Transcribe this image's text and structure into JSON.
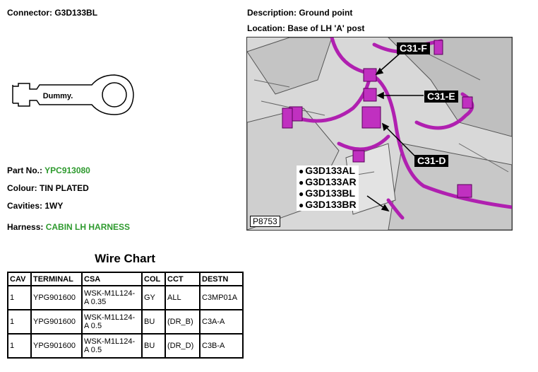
{
  "header": {
    "connector": "Connector: G3D133BL",
    "description": "Description: Ground point",
    "location": "Location: Base of LH 'A' post"
  },
  "terminal": {
    "label": "Dummy."
  },
  "info": {
    "part_no_label": "Part No.:",
    "part_no_value": "YPC913080",
    "colour": "Colour: TIN PLATED",
    "cavities": "Cavities: 1WY",
    "harness_label": "Harness:",
    "harness_value": "CABIN LH HARNESS"
  },
  "photo": {
    "callouts": [
      "C31-F",
      "C31-E",
      "C31-D"
    ],
    "ground_points": [
      "G3D133AL",
      "G3D133AR",
      "G3D133BL",
      "G3D133BR"
    ],
    "id": "P8753",
    "colors": {
      "harness": "#b020b0",
      "background": "#d9d9d9"
    }
  },
  "wire_chart": {
    "title": "Wire Chart",
    "columns": [
      "CAV",
      "TERMINAL",
      "CSA",
      "COL",
      "CCT",
      "DESTN"
    ],
    "rows": [
      [
        "1",
        "YPG901600",
        "WSK-M1L124-A 0.35",
        "GY",
        "ALL",
        "C3MP01A"
      ],
      [
        "1",
        "YPG901600",
        "WSK-M1L124-A 0.5",
        "BU",
        "(DR_B)",
        "C3A-A"
      ],
      [
        "1",
        "YPG901600",
        "WSK-M1L124-A 0.5",
        "BU",
        "(DR_D)",
        "C3B-A"
      ]
    ]
  }
}
